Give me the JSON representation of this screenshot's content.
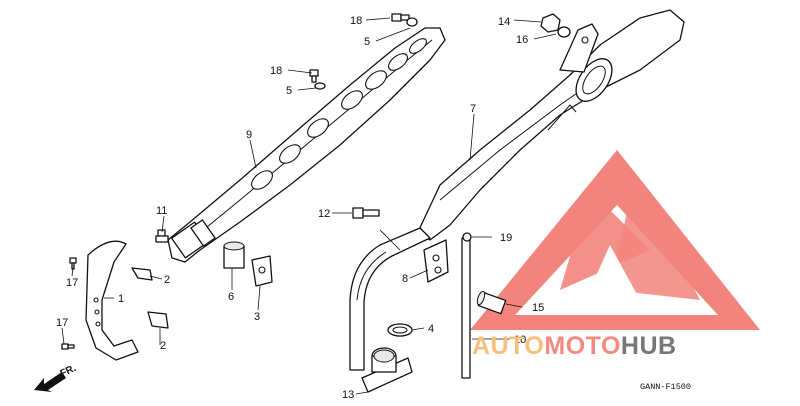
{
  "diagram": {
    "title": "",
    "code": "GANN-F1500",
    "front_indicator": "FR.",
    "callouts": {
      "c1": "1",
      "c2a": "2",
      "c2b": "2",
      "c3": "3",
      "c4": "4",
      "c5a": "5",
      "c5b": "5",
      "c6": "6",
      "c7": "7",
      "c8": "8",
      "c9": "9",
      "c10": "10",
      "c11": "11",
      "c12": "12",
      "c13": "13",
      "c14": "14",
      "c15": "15",
      "c16": "16",
      "c17a": "17",
      "c17b": "17",
      "c18a": "18",
      "c18b": "18",
      "c19": "19"
    }
  },
  "watermark": {
    "part1": "AUTO",
    "part2": "MOTO",
    "part3": "HUB",
    "colors": {
      "triangle": "#f27a72",
      "auto": "#f4c07a",
      "moto": "#f28a82",
      "hub": "#777777"
    }
  }
}
